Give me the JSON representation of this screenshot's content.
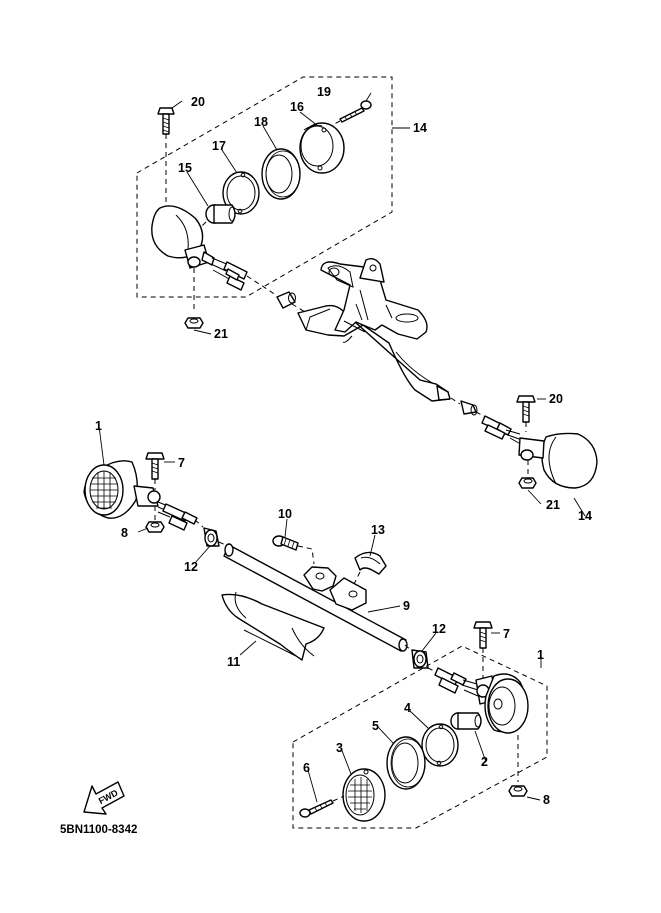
{
  "diagram_code": "5BN1100-8342",
  "fwd_arrow_label": "FWD",
  "callouts": {
    "c1a": "1",
    "c1b": "1",
    "c2": "2",
    "c3": "3",
    "c4": "4",
    "c5": "5",
    "c6": "6",
    "c7a": "7",
    "c7b": "7",
    "c8a": "8",
    "c8b": "8",
    "c9": "9",
    "c10": "10",
    "c11": "11",
    "c12a": "12",
    "c12b": "12",
    "c13": "13",
    "c14a": "14",
    "c14b": "14",
    "c15": "15",
    "c16": "16",
    "c17": "17",
    "c18": "18",
    "c19": "19",
    "c20a": "20",
    "c20b": "20",
    "c21a": "21",
    "c21b": "21"
  }
}
